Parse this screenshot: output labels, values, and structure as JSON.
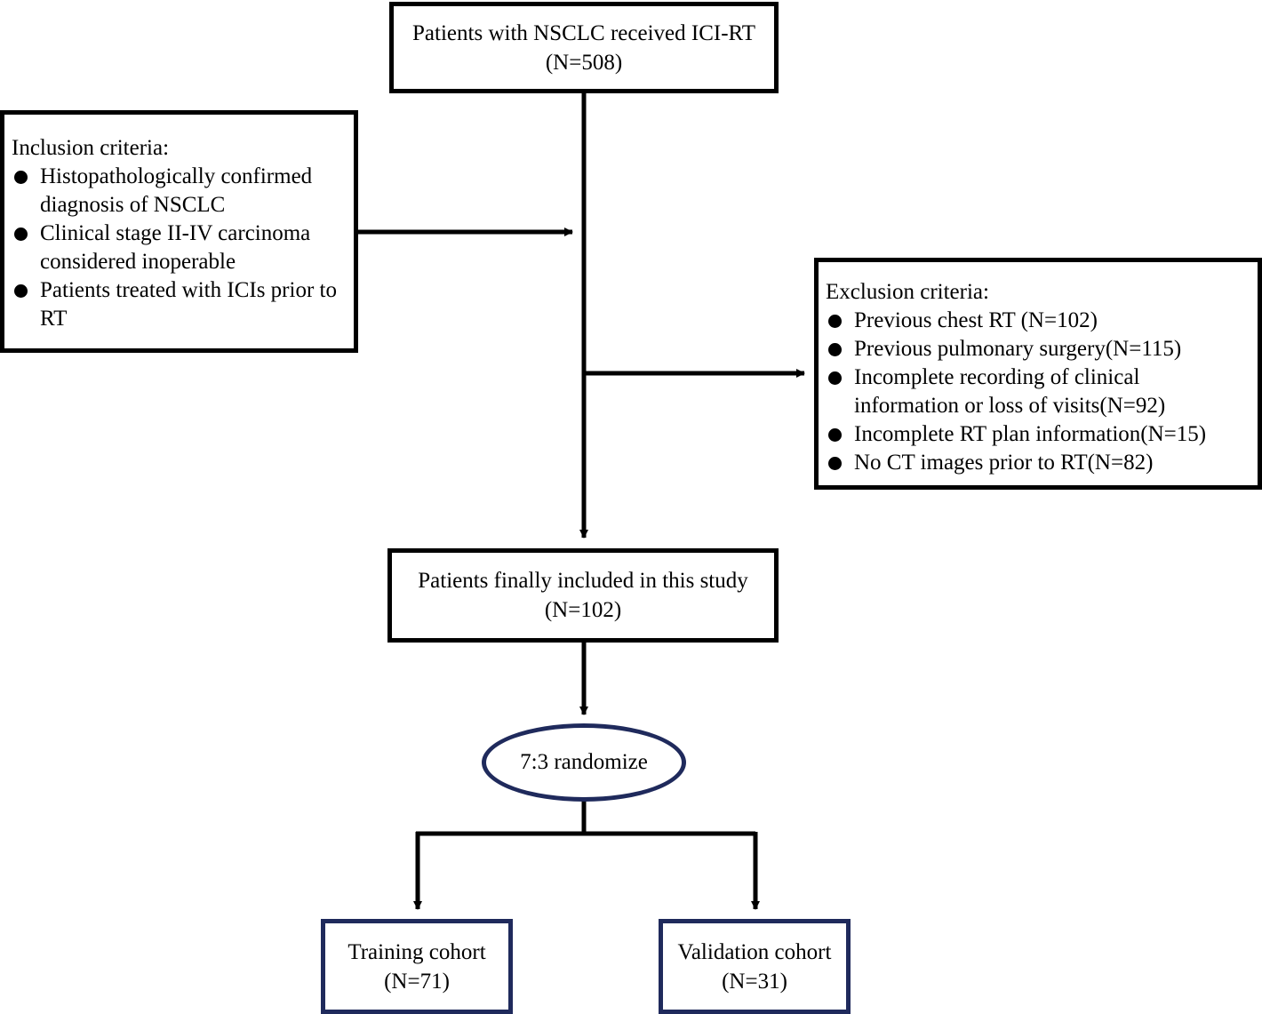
{
  "start": {
    "title": "Patients with NSCLC received ICI-RT",
    "count": "(N=508)"
  },
  "inclusion": {
    "heading": "Inclusion criteria:",
    "items": [
      "Histopathologically confirmed diagnosis of NSCLC",
      "Clinical stage II-IV carcinoma considered inoperable",
      "Patients treated with ICIs prior to RT"
    ]
  },
  "exclusion": {
    "heading": "Exclusion criteria:",
    "items": [
      "Previous chest RT (N=102)",
      "Previous pulmonary surgery(N=115)",
      "Incomplete recording of clinical information or loss of visits(N=92)",
      "Incomplete RT plan information(N=15)",
      "No CT images prior to RT(N=82)"
    ]
  },
  "included": {
    "title": "Patients finally included in this study",
    "count": "(N=102)"
  },
  "randomize": {
    "label": "7:3 randomize"
  },
  "training": {
    "title": "Training cohort",
    "count": "(N=71)"
  },
  "validation": {
    "title": "Validation cohort",
    "count": "(N=31)"
  },
  "colors": {
    "line": "#000000",
    "navy": "#1f2a5c"
  }
}
